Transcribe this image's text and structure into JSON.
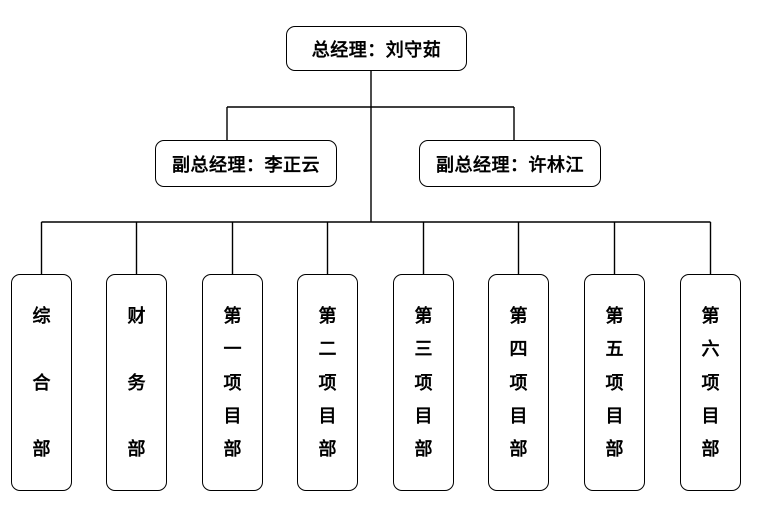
{
  "chart": {
    "type": "org-chart",
    "root": {
      "label": "总经理：刘守茹"
    },
    "deputies": [
      {
        "label": "副总经理：李正云"
      },
      {
        "label": "副总经理：许林江"
      }
    ],
    "departments": [
      {
        "label": "综合部"
      },
      {
        "label": "财务部"
      },
      {
        "label": "第一项目部"
      },
      {
        "label": "第二项目部"
      },
      {
        "label": "第三项目部"
      },
      {
        "label": "第四项目部"
      },
      {
        "label": "第五项目部"
      },
      {
        "label": "第六项目部"
      }
    ],
    "line_color": "#000000",
    "background_color": "#ffffff",
    "text_color": "#000000"
  }
}
